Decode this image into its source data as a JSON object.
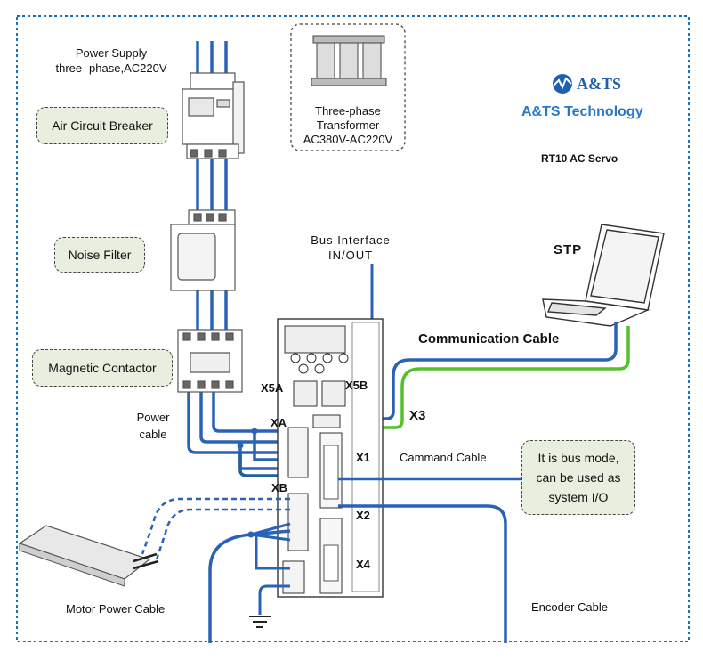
{
  "power_supply": {
    "line1": "Power Supply",
    "line2": "three- phase,AC220V"
  },
  "breaker_label": "Air Circuit Breaker",
  "noise_filter_label": "Noise Filter",
  "contactor_label": "Magnetic Contactor",
  "transformer": {
    "line1": "Three-phase",
    "line2": "Transformer",
    "line3": "AC380V-AC220V"
  },
  "brand": {
    "short": "A&TS",
    "full": "A&TS Technology",
    "product": "RT10 AC Servo"
  },
  "bus_interface": {
    "line1": "Bus Interface",
    "line2": "IN/OUT"
  },
  "stp_label": "STP",
  "communication_cable": "Communication Cable",
  "ports": {
    "x5a": "X5A",
    "x5b": "X5B",
    "x3": "X3",
    "xa": "XA",
    "x1": "X1",
    "xb": "XB",
    "x2": "X2",
    "x4": "X4"
  },
  "power_cable": {
    "line1": "Power",
    "line2": "cable"
  },
  "command_cable": "Cammand Cable",
  "bus_mode_note": {
    "line1": "It is bus mode,",
    "line2": "can be used as",
    "line3": "system I/O"
  },
  "motor_power_cable": "Motor Power Cable",
  "encoder_cable": "Encoder Cable",
  "colors": {
    "cable_blue": "#2a62b7",
    "cable_green": "#55c02e",
    "border_blue": "#1f6fbf",
    "bubble_fill": "#e9efdf",
    "brand_blue": "#2878c8"
  }
}
